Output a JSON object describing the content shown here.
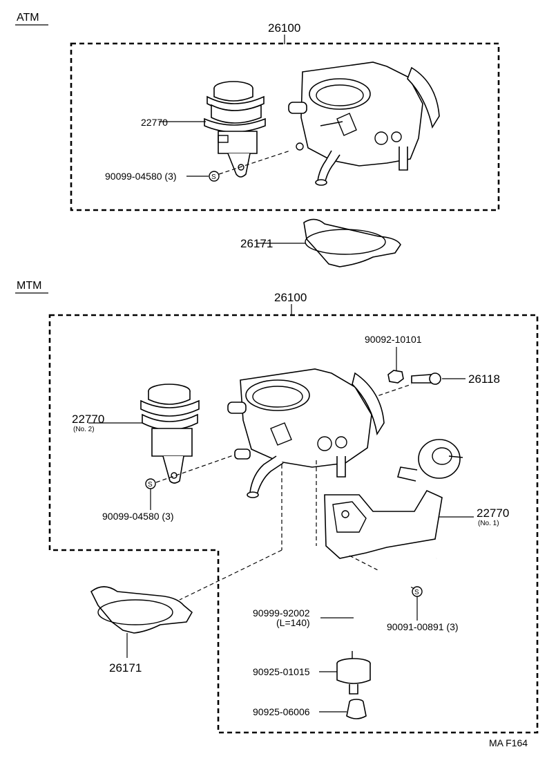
{
  "atm": {
    "section_title": "ATM",
    "assembly": "26100",
    "valve": "22770",
    "screw": "90099-04580 (3)",
    "gasket": "26171"
  },
  "mtm": {
    "section_title": "MTM",
    "assembly": "26100",
    "valve_no2": "22770",
    "valve_no2_sub": "(No. 2)",
    "screw": "90099-04580 (3)",
    "gasket": "26171",
    "nut": "90092-10101",
    "bolt": "26118",
    "valve_no1": "22770",
    "valve_no1_sub": "(No. 1)",
    "hose": "90999-92002",
    "hose_len": "(L=140)",
    "bracket_screw": "90091-00891 (3)",
    "filter": "90925-01015",
    "cap": "90925-06006"
  },
  "footer": {
    "code": "MA F164"
  },
  "symbols": {
    "screw_mark": "S"
  }
}
